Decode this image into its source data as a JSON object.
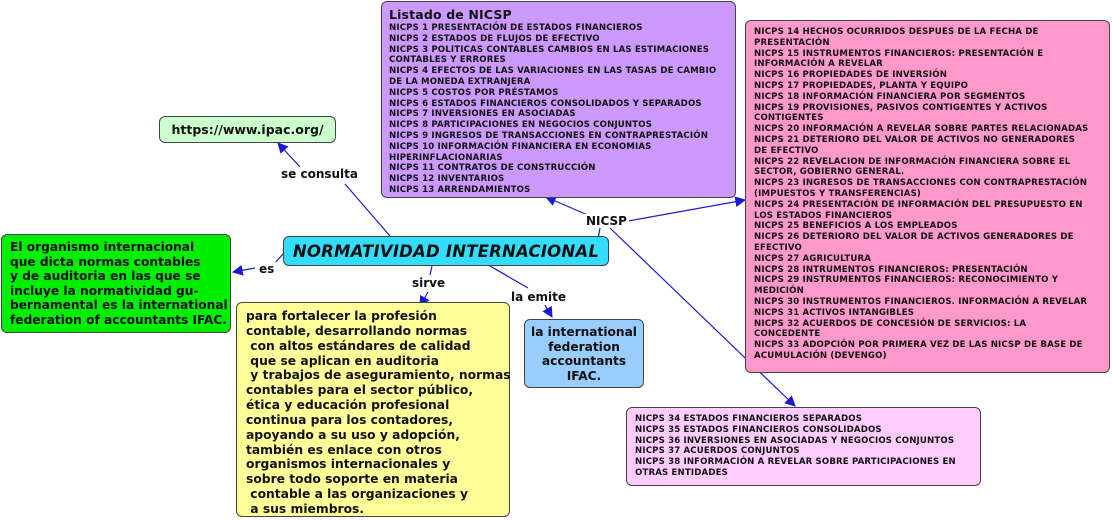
{
  "central": "NORMATIVIDAD INTERNACIONAL",
  "links": {
    "se_consulta": "se consulta",
    "es": "es",
    "sirve": "sirve",
    "la_emite": "la emite",
    "nicsp": "NICSP"
  },
  "url_node": "https://www.ipac.org/",
  "definition_node": [
    "El organismo internacional",
    "que dicta normas contables",
    "y de auditoria en las que se",
    "incluye la normatividad gu-",
    "bernamental es la international",
    "federation of accountants IFAC."
  ],
  "purpose_node": [
    "para fortalecer la profesión",
    "contable, desarrollando normas",
    " con altos estándares de calidad",
    " que se aplican en auditoria",
    " y trabajos de aseguramiento, normas",
    "contables para el sector público,",
    "ética y educación profesional",
    "continua para los contadores,",
    "apoyando a su uso y adopción,",
    "también es enlace con otros",
    "organismos internacionales y",
    "sobre todo soporte en materia",
    " contable a las organizaciones y",
    " a sus miembros."
  ],
  "ifac_node": [
    "la international",
    "federation",
    "accountants",
    "IFAC."
  ],
  "nicsp_list": {
    "title": "Listado de NICSP",
    "items": [
      "NICPS 1 PRESENTACIÓN DE ESTADOS FINANCIEROS",
      "NICPS 2 ESTADOS DE FLUJOS DE EFECTIVO",
      "NICPS 3 POLITICAS CONTABLES CAMBIOS EN LAS ESTIMACIONES",
      "CONTABLES Y ERRORES",
      "NICPS 4 EFECTOS DE LAS VARIACIONES EN LAS TASAS DE CAMBIO",
      "DE LA MONEDA EXTRANJERA",
      "NICPS 5 COSTOS POR PRÉSTAMOS",
      "NICPS 6 ESTADOS FINANCIEROS CONSOLIDADOS Y SEPARADOS",
      "NICPS 7 INVERSIONES EN ASOCIADAS",
      "NICPS 8 PARTICIPACIONES EN NEGOCIOS CONJUNTOS",
      "NICPS 9 INGRESOS DE TRANSACCIONES EN CONTRAPRESTACIÓN",
      "NICPS 10 INFORMACIÓN FINANCIERA EN ECONOMIAS",
      "HIPERINFLACIONARIAS",
      "NICPS 11 CONTRATOS DE CONSTRUCCIÓN",
      "NICPS 12 INVENTARIOS",
      "NICPS 13 ARRENDAMIENTOS"
    ]
  },
  "nicsp_pink": [
    "NICPS 14 HECHOS OCURRIDOS DESPUES DE LA FECHA DE",
    "PRESENTACIÓN",
    "NICPS 15 INSTRUMENTOS FINANCIEROS: PRESENTACIÓN E",
    "INFORMACIÓN A REVELAR",
    "NICPS 16 PROPIEDADES DE INVERSIÓN",
    "NICPS 17 PROPIEDADES, PLANTA Y EQUIPO",
    "NICPS 18 INFORMACIÓN FINANCIERA POR SEGMENTOS",
    "NICPS 19 PROVISIONES, PASIVOS CONTIGENTES Y ACTIVOS",
    "CONTIGENTES",
    "NICPS 20 INFORMACIÓN A REVELAR SOBRE PARTES RELACIONADAS",
    "NICPS 21 DETERIORO DEL VALOR DE ACTIVOS NO GENERADORES",
    "DE EFECTIVO",
    "NICPS 22 REVELACION DE INFORMACIÓN FINANCIERA SOBRE EL",
    "SECTOR, GOBIERNO GENERAL.",
    "NICPS 23 INGRESOS DE TRANSACCIONES CON CONTRAPRESTACIÓN",
    "(IMPUESTOS Y TRANSFERENCIAS)",
    "NICPS 24 PRESENTACIÓN DE INFORMACIÓN DEL PRESUPUESTO EN",
    "LOS ESTADOS FINANCIEROS",
    "NICPS 25 BENEFICIOS A LOS EMPLEADOS",
    "NICPS 26 DETERIORO DEL VALOR DE ACTIVOS GENERADORES DE",
    "EFECTIVO",
    "NICPS 27 AGRICULTURA",
    "NICPS 28 INTRUMENTOS FINANCIEROS: PRESENTACIÓN",
    "NICPS 29 INSTRUMENTOS FINANCIEROS: RECONOCIMIENTO Y",
    "MEDICIÓN",
    "NICPS 30 INSTRUMENTOS FINANCIEROS. INFORMACIÓN A REVELAR",
    "NICPS 31 ACTIVOS INTANGIBLES",
    "NICPS 32 ACUERDOS DE CONCESIÓN DE SERVICIOS: LA",
    "CONCEDENTE",
    "NICPS 33 ADOPCIÓN POR PRIMERA VEZ DE LAS NICSP DE BASE DE",
    "ACUMULACIÓN (DEVENGO)"
  ],
  "nicsp_light": [
    "NICPS 34 ESTADOS FINANCIEROS SEPARADOS",
    "NICPS 35 ESTADOS FINANCIEROS CONSOLIDADOS",
    "NICPS 36 INVERSIONES EN ASOCIADAS Y NEGOCIOS CONJUNTOS",
    "NICPS 37 ACUERDOS CONJUNTOS",
    "NICPS 38 INFORMACIÓN A REVELAR SOBRE PARTICIPACIONES EN",
    "OTRAS ENTIDADES"
  ],
  "colors": {
    "central": "#33ddff",
    "url": "#ccffcc",
    "definition": "#00ee00",
    "purpose": "#ffff99",
    "ifac": "#99ccff",
    "list_purple": "#cc99ff",
    "list_pink": "#ff99cc",
    "list_light": "#ffccff",
    "connector": "#1a1ad6"
  }
}
